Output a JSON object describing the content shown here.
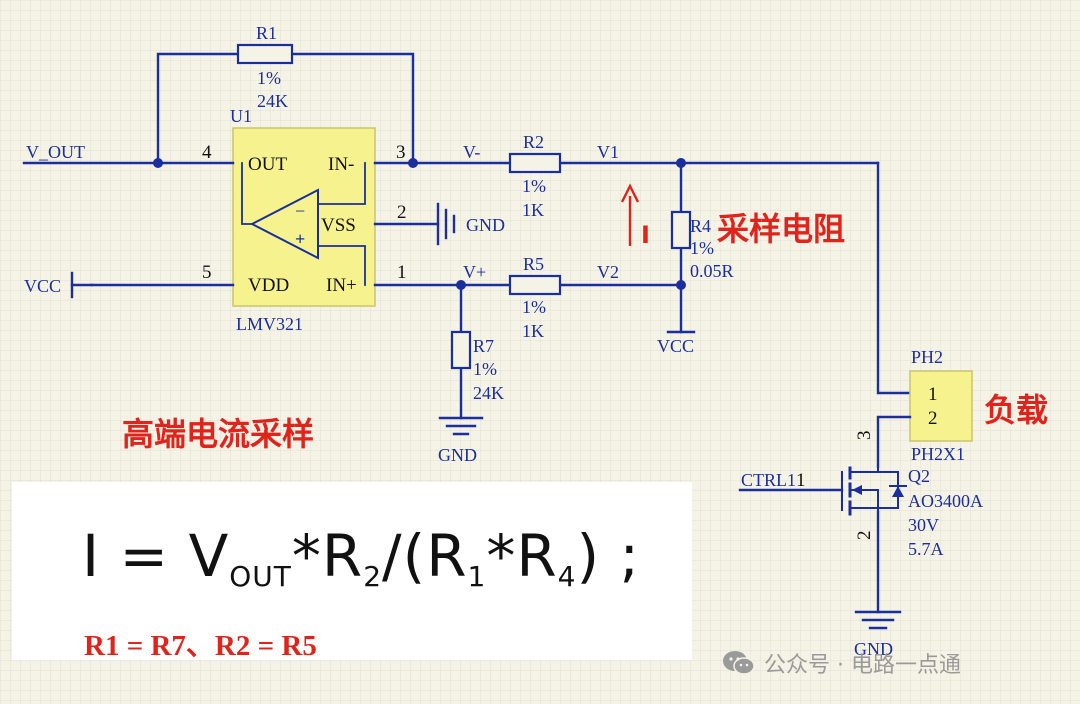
{
  "colors": {
    "wire": "#1a2e9e",
    "opamp_fill": "#f6f28e",
    "annotation": "#e0241c",
    "background": "#f5f2e6"
  },
  "nets": {
    "v_out": "V_OUT",
    "vcc_in": "VCC",
    "v_minus": "V-",
    "v_plus": "V+",
    "v1": "V1",
    "v2": "V2",
    "vcc_bottom": "VCC",
    "gnd_vss": "GND",
    "gnd_r7": "GND",
    "gnd_q2": "GND",
    "ctrl": "CTRL1"
  },
  "opamp": {
    "ref": "U1",
    "part": "LMV321",
    "pins": {
      "out": "OUT",
      "in_minus": "IN-",
      "vss": "VSS",
      "vdd": "VDD",
      "in_plus": "IN+"
    },
    "pin_numbers": {
      "out": "4",
      "in_minus": "3",
      "vss": "2",
      "vdd": "5",
      "in_plus": "1"
    },
    "minus_sign": "−",
    "plus_sign": "+"
  },
  "resistors": {
    "r1": {
      "ref": "R1",
      "tol": "1%",
      "value": "24K"
    },
    "r2": {
      "ref": "R2",
      "tol": "1%",
      "value": "1K"
    },
    "r4": {
      "ref": "R4",
      "tol": "1%",
      "value": "0.05R"
    },
    "r5": {
      "ref": "R5",
      "tol": "1%",
      "value": "1K"
    },
    "r7": {
      "ref": "R7",
      "tol": "1%",
      "value": "24K"
    }
  },
  "connector": {
    "ref": "PH2",
    "part": "PH2X1",
    "pin1": "1",
    "pin2": "2"
  },
  "mosfet": {
    "ref": "Q2",
    "part": "AO3400A",
    "vds": "30V",
    "id": "5.7A",
    "pin_drain": "3",
    "pin_source": "2",
    "pin_gate": "1"
  },
  "annotations": {
    "current": "I",
    "sense_resistor": "采样电阻",
    "load": "负载",
    "title": "高端电流采样"
  },
  "formula": {
    "p1": "I = V",
    "sub_out": "OUT",
    "p2": "*R",
    "sub_2": "2",
    "p3": "/(R",
    "sub_1": "1",
    "p4": "*R",
    "sub_4": "4",
    "p5": ") ;",
    "note": "R1 = R7、R2 = R5"
  },
  "watermark": "公众号 · 电路一点通"
}
